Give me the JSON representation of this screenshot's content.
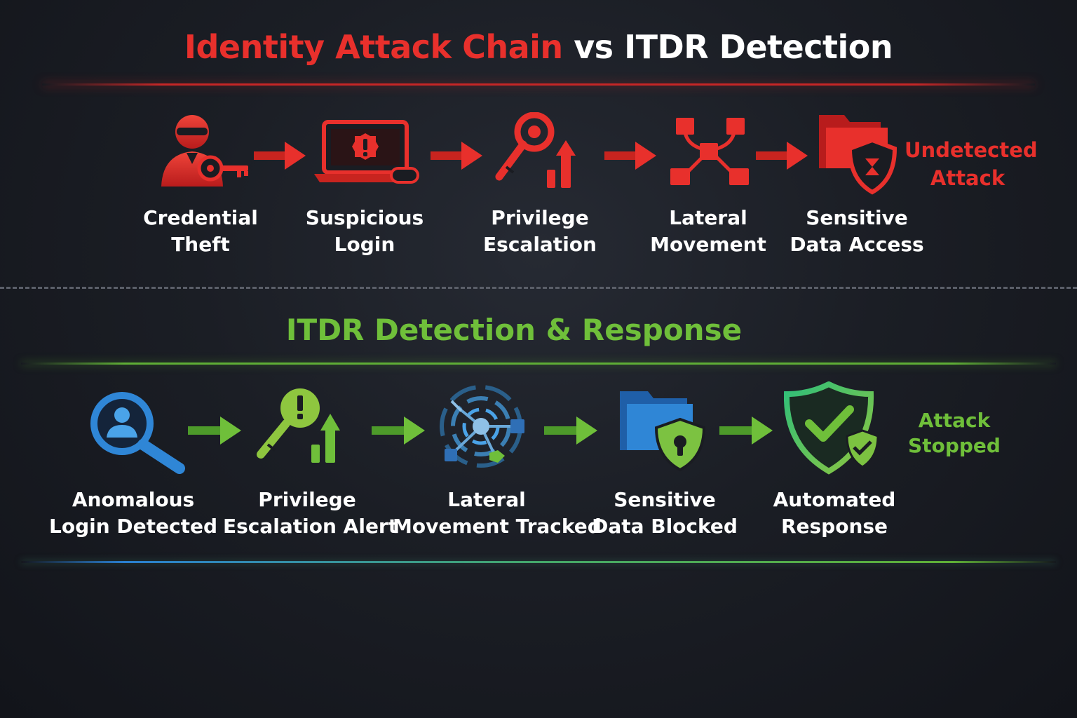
{
  "title": {
    "part_red": "Identity Attack Chain",
    "part_white": "vs ITDR Detection"
  },
  "attack_chain": {
    "color": "#e8302c",
    "steps": [
      {
        "icon": "hacker-with-key-icon",
        "line1": "Credential",
        "line2": "Theft"
      },
      {
        "icon": "laptop-alert-icon",
        "line1": "Suspicious",
        "line2": "Login"
      },
      {
        "icon": "key-escalation-icon",
        "line1": "Privilege",
        "line2": "Escalation"
      },
      {
        "icon": "network-nodes-icon",
        "line1": "Lateral",
        "line2": "Movement"
      },
      {
        "icon": "folder-shield-icon",
        "line1": "Sensitive",
        "line2": "Data Access"
      }
    ],
    "outcome": {
      "line1": "Undetected",
      "line2": "Attack"
    }
  },
  "detection": {
    "heading": "ITDR Detection & Response",
    "color": "#6fbf3a",
    "steps": [
      {
        "icon": "magnifier-user-icon",
        "line1": "Anomalous",
        "line2": "Login Detected"
      },
      {
        "icon": "key-alert-icon",
        "line1": "Privilege",
        "line2": "Escalation Alert"
      },
      {
        "icon": "radar-tracking-icon",
        "line1": "Lateral",
        "line2": "Movement Tracked"
      },
      {
        "icon": "folder-lock-shield-icon",
        "line1": "Sensitive",
        "line2": "Data Blocked"
      },
      {
        "icon": "shield-check-icon",
        "line1": "Automated",
        "line2": "Response"
      }
    ],
    "outcome": {
      "line1": "Attack",
      "line2": "Stopped"
    }
  }
}
